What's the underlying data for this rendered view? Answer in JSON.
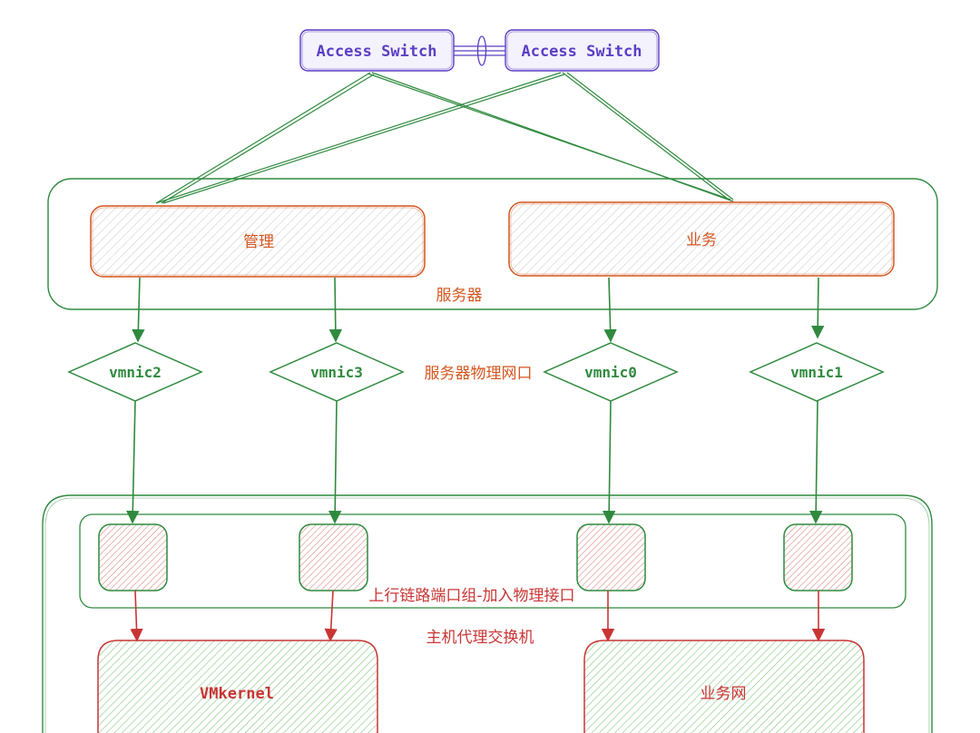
{
  "switches": {
    "left_label": "Access Switch",
    "right_label": "Access Switch"
  },
  "server": {
    "label": "服务器",
    "mgmt_label": "管理",
    "biz_label": "业务"
  },
  "nics": {
    "section_label": "服务器物理网口",
    "items": [
      "vmnic2",
      "vmnic3",
      "vmnic0",
      "vmnic1"
    ]
  },
  "host": {
    "uplink_label": "上行链路端口组-加入物理接口",
    "switch_label": "主机代理交换机",
    "vmkernel_label": "VMkernel",
    "biznet_label": "业务网"
  },
  "colors": {
    "switch": "#5b3fc4",
    "switch_fill": "#f0eefc",
    "green": "#2f8a3e",
    "orange": "#d4561f",
    "red": "#c93535",
    "hatch_gray": "#c8c8c8",
    "hatch_red": "#e89a9a",
    "hatch_green": "#8ccf8c"
  }
}
